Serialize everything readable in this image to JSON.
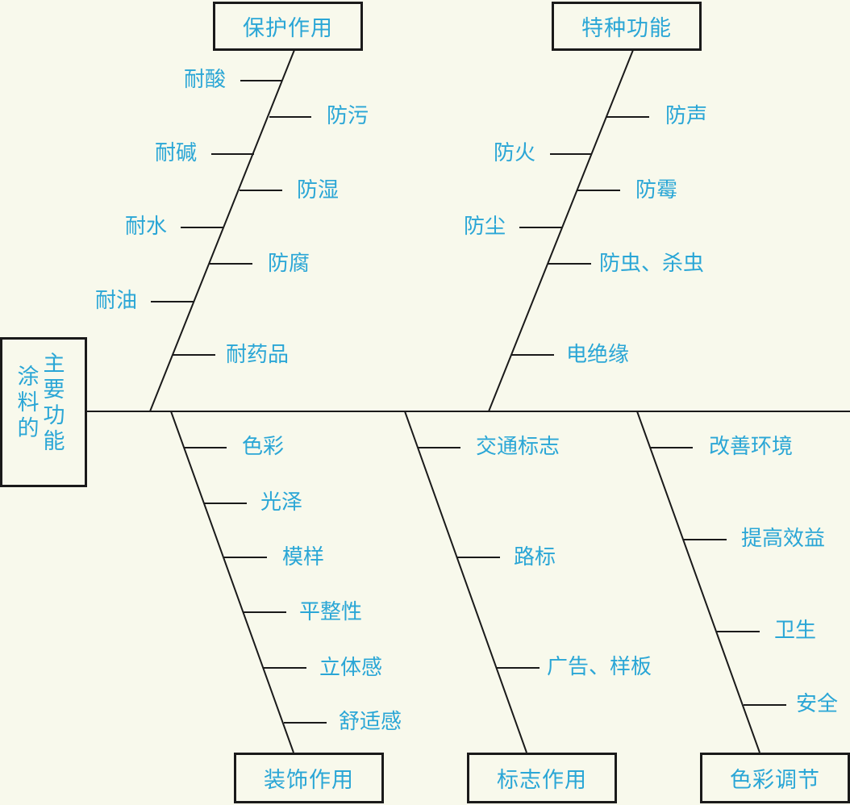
{
  "center": {
    "col1": [
      "涂",
      "料",
      "的"
    ],
    "col2": [
      "主",
      "要",
      "功",
      "能"
    ]
  },
  "categories": {
    "protection": "保护作用",
    "special": "特种功能",
    "decoration": "装饰作用",
    "marking": "标志作用",
    "color": "色彩调节"
  },
  "branches": {
    "protection": [
      "耐酸",
      "防污",
      "耐碱",
      "防湿",
      "耐水",
      "防腐",
      "耐油",
      "耐药品"
    ],
    "special": [
      "防声",
      "防火",
      "防霉",
      "防尘",
      "防虫、杀虫",
      "电绝缘"
    ],
    "decoration": [
      "色彩",
      "光泽",
      "模样",
      "平整性",
      "立体感",
      "舒适感"
    ],
    "marking": [
      "交通标志",
      "路标",
      "广告、样板"
    ],
    "color": [
      "改善环境",
      "提高效益",
      "卫生",
      "安全"
    ]
  },
  "colors": {
    "text": "#2aa6d6",
    "line": "#1a1a1a",
    "background": "#f8f9ec"
  }
}
